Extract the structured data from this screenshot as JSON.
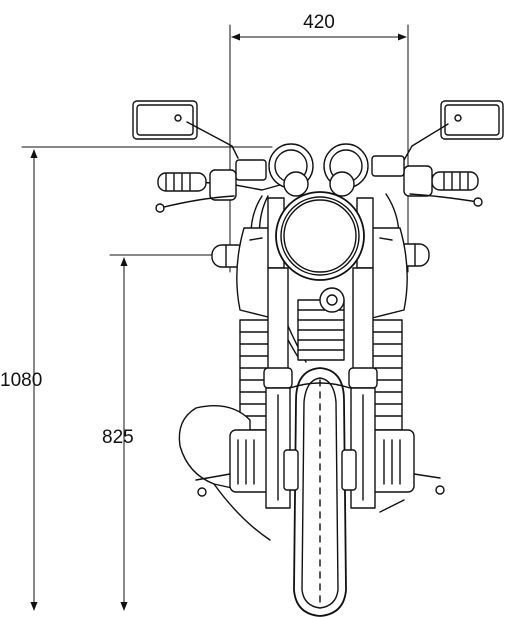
{
  "dimensions": {
    "width_label": "420",
    "overall_height_label": "1080",
    "seat_height_label": "825"
  },
  "colors": {
    "line": "#111111",
    "background": "#ffffff",
    "shade": "#dcdcdc"
  }
}
